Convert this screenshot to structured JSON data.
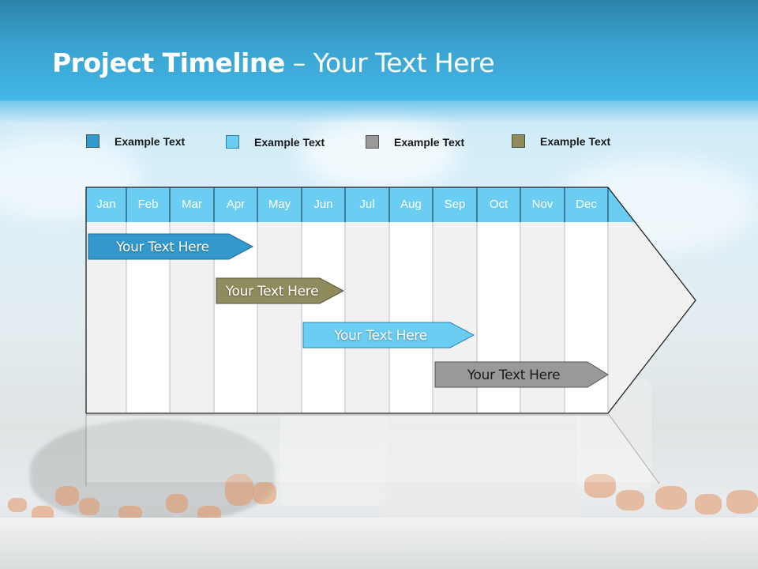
{
  "slide": {
    "title_bold": "Project Timeline",
    "title_rest": " – Your Text Here"
  },
  "legend": [
    {
      "label": "Example Text",
      "color": "#3399cc"
    },
    {
      "label": "Example Text",
      "color": "#6ccdf3"
    },
    {
      "label": "Example Text",
      "color": "#999999"
    },
    {
      "label": "Example Text",
      "color": "#8e8c5c"
    }
  ],
  "timeline": {
    "months": [
      "Jan",
      "Feb",
      "Mar",
      "Apr",
      "May",
      "Jun",
      "Jul",
      "Aug",
      "Sep",
      "Oct",
      "Nov",
      "Dec"
    ],
    "header_color": "#6ccdf3",
    "bars": [
      {
        "label": "Your  Text Here",
        "start_month": "Jan",
        "end_month": "Apr",
        "color": "#3399cc",
        "text_color": "#ffffff"
      },
      {
        "label": "Your  Text Here",
        "start_month": "Apr",
        "end_month": "Jun",
        "color": "#8e8c5c",
        "text_color": "#ffffff"
      },
      {
        "label": "Your  Text Here",
        "start_month": "Jun",
        "end_month": "Sep",
        "color": "#6ccdf3",
        "text_color": "#ffffff"
      },
      {
        "label": "Your  Text Here",
        "start_month": "Sep",
        "end_month": "Dec",
        "color": "#999999",
        "text_color": "#1a1a1a"
      }
    ]
  }
}
